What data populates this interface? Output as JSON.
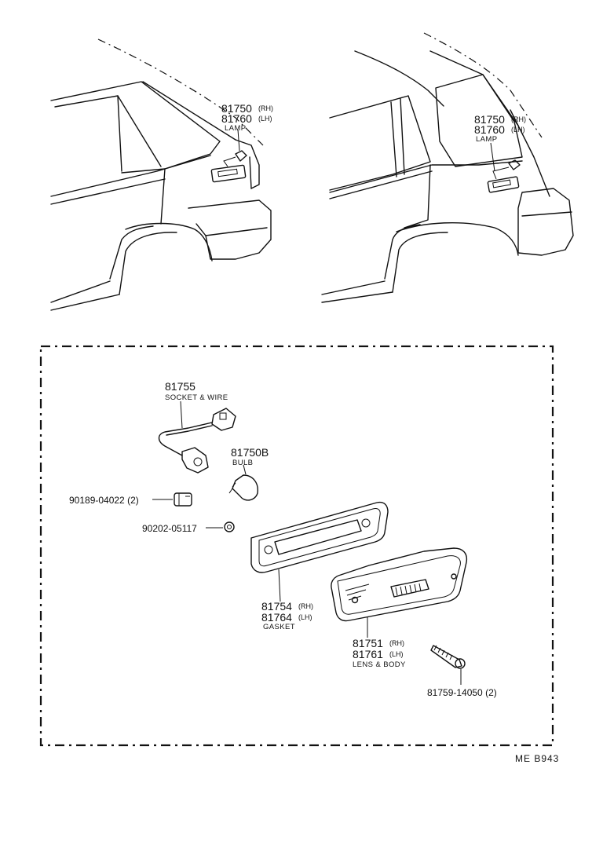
{
  "views": {
    "left": {
      "part_rh": "81750",
      "part_rh_side": "(RH)",
      "part_lh": "81760",
      "part_lh_side": "(LH)",
      "name": "LAMP"
    },
    "right": {
      "part_rh": "81750",
      "part_rh_side": "(RH)",
      "part_lh": "81760",
      "part_lh_side": "(LH)",
      "name": "LAMP"
    }
  },
  "parts": {
    "socket": {
      "number": "81755",
      "name": "SOCKET & WIRE"
    },
    "bulb": {
      "number": "81750B",
      "name": "BULB"
    },
    "clip": {
      "number": "90189-04022 (2)"
    },
    "washer": {
      "number": "90202-05117"
    },
    "gasket": {
      "number_rh": "81754",
      "side_rh": "(RH)",
      "number_lh": "81764",
      "side_lh": "(LH)",
      "name": "GASKET"
    },
    "lens": {
      "number_rh": "81751",
      "side_rh": "(RH)",
      "number_lh": "81761",
      "side_lh": "(LH)",
      "name": "LENS & BODY"
    },
    "screw": {
      "number": "81759-14050 (2)"
    }
  },
  "footer": {
    "code": "ME  B943"
  }
}
